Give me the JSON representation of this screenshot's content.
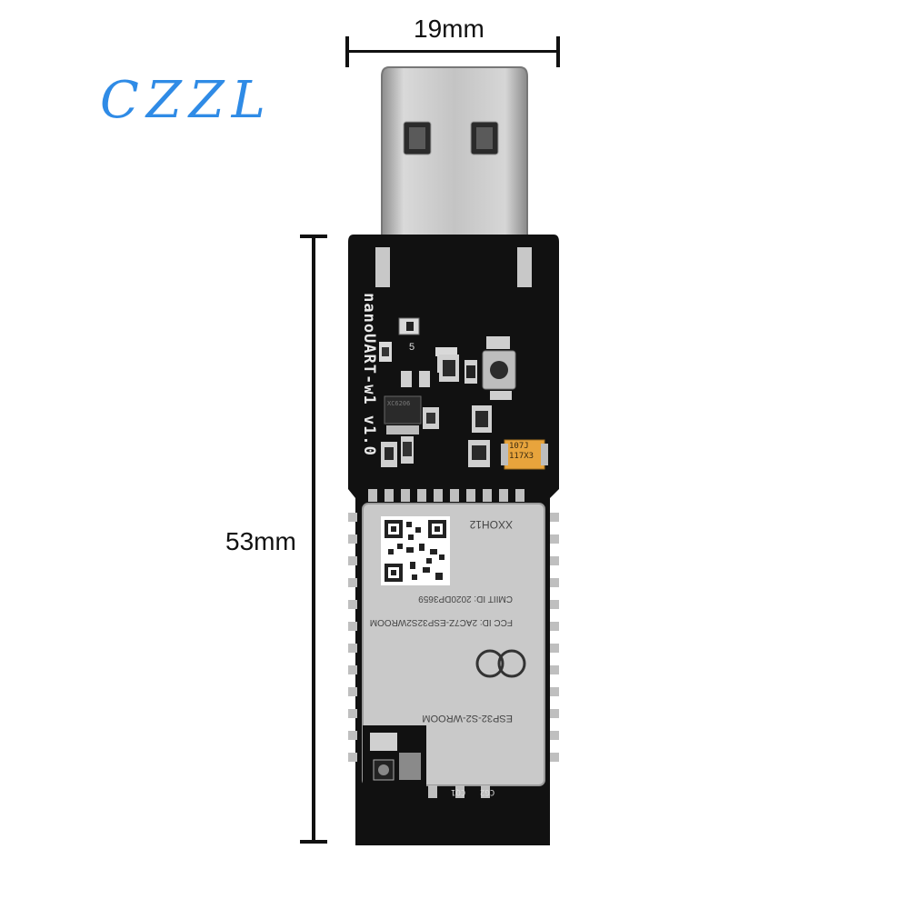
{
  "logo": {
    "text": "CZZL",
    "color": "#2f8be6"
  },
  "dimensions": {
    "width_label": "19mm",
    "height_label": "53mm"
  },
  "board": {
    "silkscreen": "nanoUART-w1 v1.0",
    "capacitor_marking_1": "107J",
    "capacitor_marking_2": "117X3",
    "ic_marking": "XC6206",
    "led_marking": "5",
    "bottom_labels": [
      "CQ1",
      "CG2"
    ]
  },
  "module": {
    "brand": "XXOH12",
    "cmiit": "CMIIT ID: 2020DP3659",
    "fcc": "FCC ID: 2AC7Z-ESP32S2WROOM",
    "model": "ESP32-S2-WROOM",
    "ce_mark": "CE"
  },
  "colors": {
    "pcb": "#111111",
    "shield": "#c9c9c9",
    "usb": "#bdbdbd",
    "tantalum": "#e8a43c"
  }
}
